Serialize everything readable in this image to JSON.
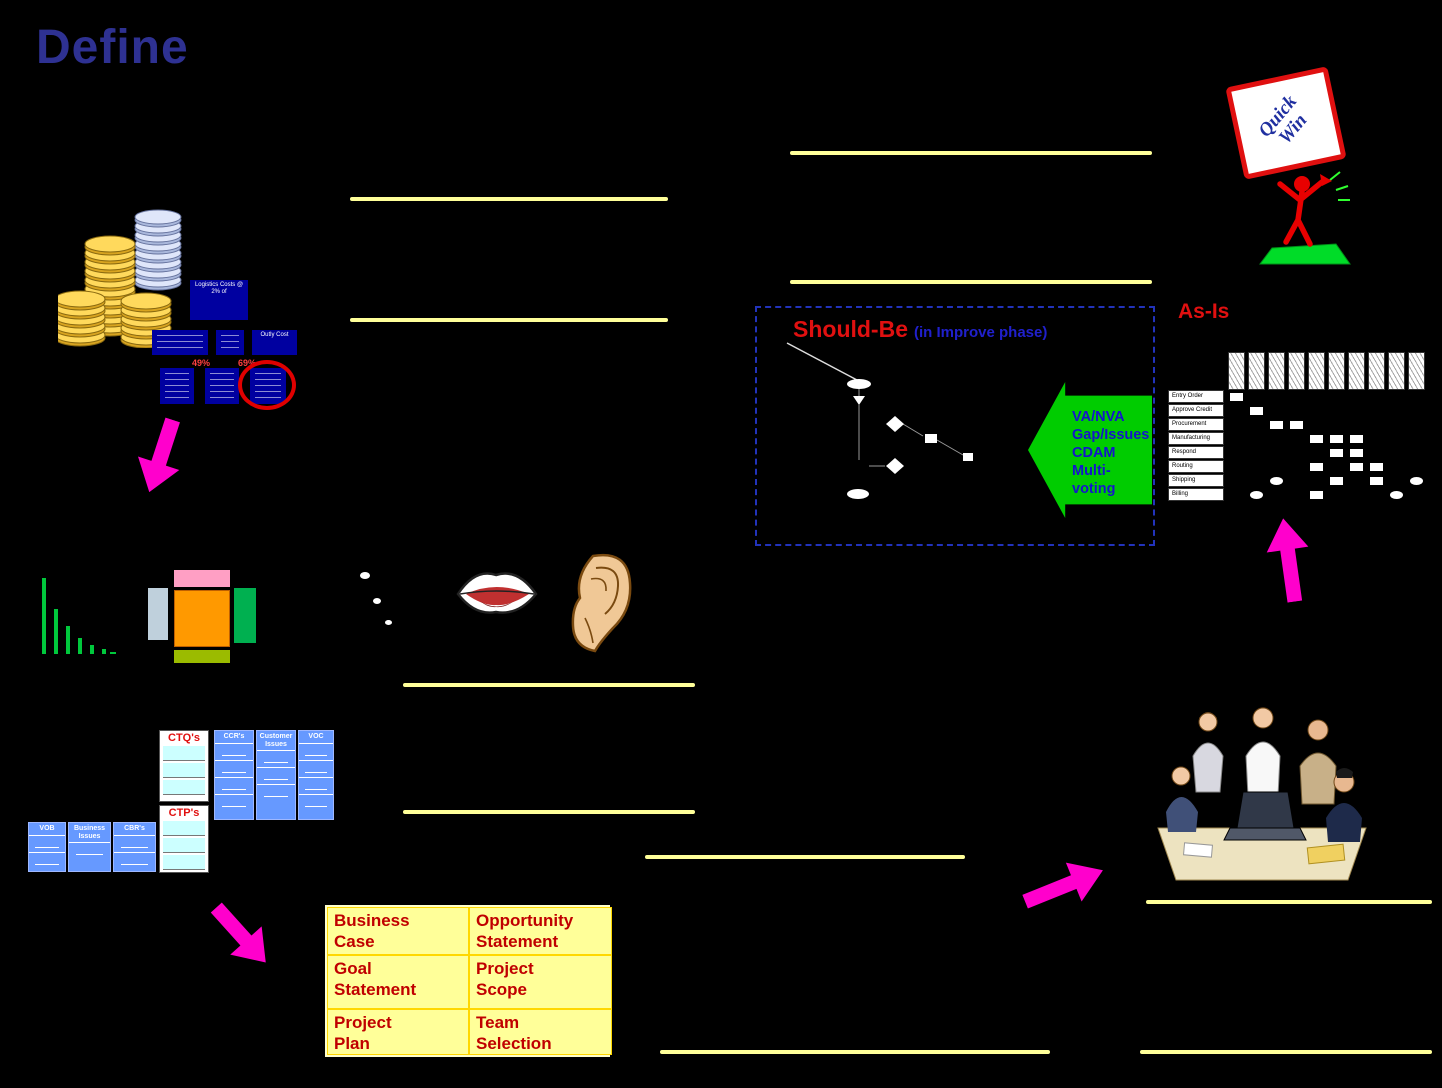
{
  "title": "Define",
  "quick_win": {
    "text": "Quick\nWin"
  },
  "cost_model": {
    "top_box": "Logistics Costs @ 2% of",
    "out_box": "Outly Cost",
    "pct_left": "49%",
    "pct_right": "69%"
  },
  "should_be": {
    "title": "Should-Be",
    "subtitle": "(in Improve phase)"
  },
  "va_arrow": {
    "lines": [
      "VA/NVA",
      "Gap/Issues",
      "CDAM",
      "Multi-voting"
    ]
  },
  "as_is": {
    "title": "As-Is",
    "row_labels": [
      "Entry Order",
      "Approve Credit",
      "Procurement",
      "Manufacturing",
      "Respond",
      "Routing",
      "Shipping",
      "Billing"
    ]
  },
  "voice_tables": {
    "ctq": "CTQ's",
    "ctp": "CTP's",
    "ccr": "CCR's",
    "customer_issues": "Customer Issues",
    "voc": "VOC",
    "vob": "VOB",
    "business_issues": "Business Issues",
    "cbr": "CBR's"
  },
  "charter": {
    "cells": [
      [
        "Business\nCase",
        "Opportunity\n Statement"
      ],
      [
        "Goal\nStatement",
        "Project\nScope"
      ],
      [
        "Project\nPlan",
        "Team\nSelection"
      ]
    ]
  }
}
